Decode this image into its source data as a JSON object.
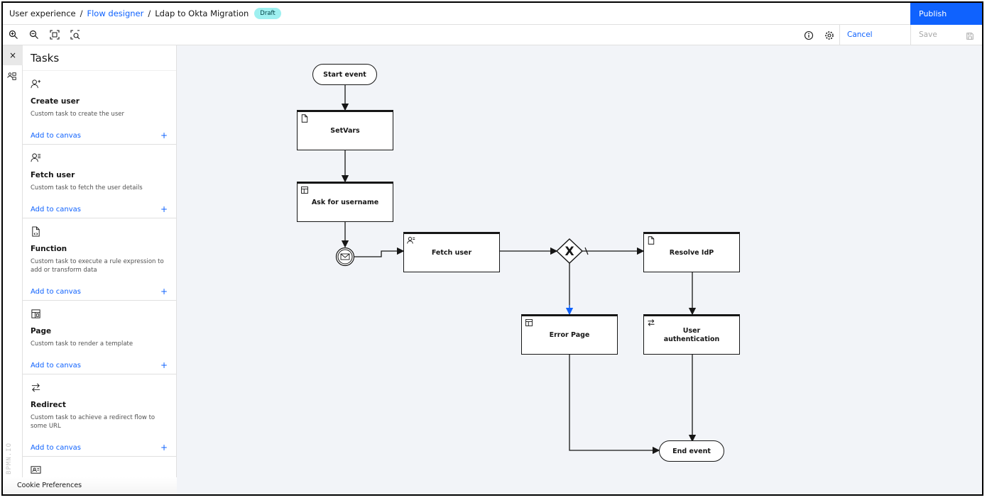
{
  "header": {
    "breadcrumb": {
      "root": "User experience",
      "middle": "Flow designer",
      "current": "Ldap to Okta Migration"
    },
    "status_badge": "Draft",
    "publish_label": "Publish"
  },
  "toolbar": {
    "tools": [
      "zoom-in-icon",
      "zoom-out-icon",
      "fit-to-screen-icon",
      "zoom-to-selection-icon"
    ],
    "cancel_label": "Cancel",
    "save_label": "Save"
  },
  "rail": {
    "close": "×",
    "watermark": "BPMN.IO"
  },
  "panel": {
    "title": "Tasks",
    "tasks": [
      {
        "name": "Create user",
        "desc": "Custom task to create the user",
        "add": "Add to canvas",
        "plus": "+",
        "icon": "user-add-icon"
      },
      {
        "name": "Fetch user",
        "desc": "Custom task to fetch the user details",
        "add": "Add to canvas",
        "plus": "+",
        "icon": "user-list-icon"
      },
      {
        "name": "Function",
        "desc": "Custom task to execute a rule expression to add or transform data",
        "add": "Add to canvas",
        "plus": "+",
        "icon": "code-file-icon"
      },
      {
        "name": "Page",
        "desc": "Custom task to render a template",
        "add": "Add to canvas",
        "plus": "+",
        "icon": "template-icon"
      },
      {
        "name": "Redirect",
        "desc": "Custom task to achieve a redirect flow to some URL",
        "add": "Add to canvas",
        "plus": "+",
        "icon": "redirect-icon"
      }
    ],
    "cookie": "Cookie Preferences"
  },
  "diagram": {
    "start": "Start event",
    "setvars": "SetVars",
    "ask": "Ask for username",
    "fetch": "Fetch user",
    "resolve": "Resolve IdP",
    "error": "Error Page",
    "auth_line1": "User",
    "auth_line2": "authentication",
    "end": "End event",
    "gateway": "X"
  },
  "colors": {
    "accent": "#0f62fe",
    "badge": "#9ef0f0",
    "canvas": "#f2f4f8"
  }
}
